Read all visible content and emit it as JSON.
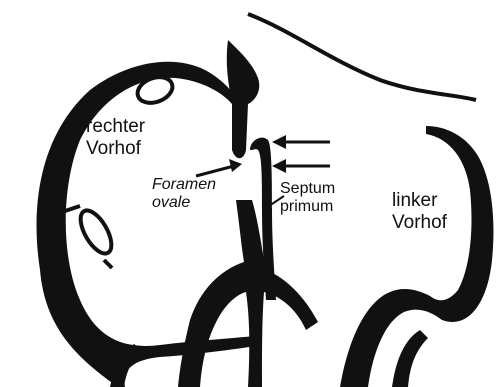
{
  "labels": {
    "right_atrium": {
      "line1": "rechter",
      "line2": "Vorhof"
    },
    "left_atrium": {
      "line1": "linker",
      "line2": "Vorhof"
    },
    "foramen_ovale": {
      "line1": "Foramen",
      "line2": "ovale"
    },
    "septum_primum": {
      "line1": "Septum",
      "line2": "primum"
    }
  },
  "colors": {
    "ink": "#111111",
    "background": "#ffffff"
  }
}
